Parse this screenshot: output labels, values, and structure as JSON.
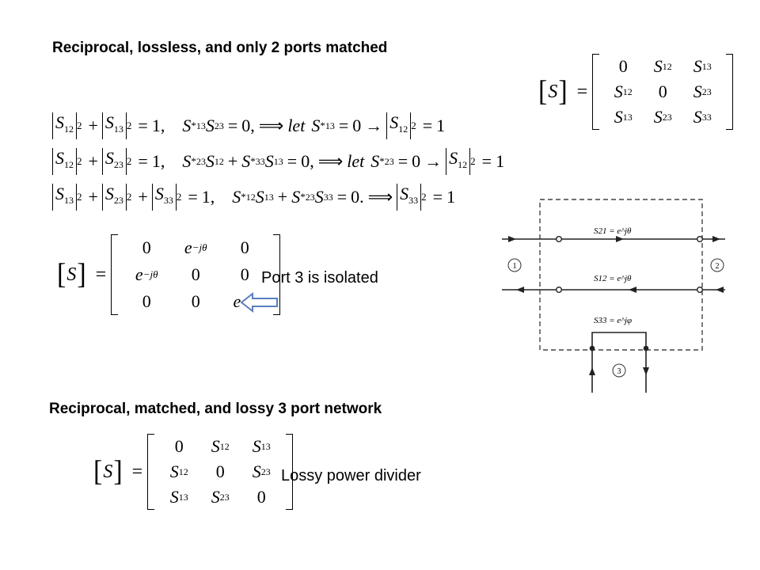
{
  "heading1": "Reciprocal, lossless, and only 2 ports matched",
  "heading2": "Reciprocal, matched, and lossy 3 port network",
  "note_isolated": "Port 3 is isolated",
  "note_divider": "Lossy power divider",
  "matrix_lhs": "S",
  "equals": "=",
  "matrix1": [
    [
      "0",
      "S12",
      "S13"
    ],
    [
      "S12",
      "0",
      "S23"
    ],
    [
      "S13",
      "S23",
      "S33"
    ]
  ],
  "matrix2": [
    [
      "0",
      "e^-jθ",
      "0"
    ],
    [
      "e^-jθ",
      "0",
      "0"
    ],
    [
      "0",
      "0",
      "e^-jφ"
    ]
  ],
  "matrix3": [
    [
      "0",
      "S12",
      "S13"
    ],
    [
      "S12",
      "0",
      "S23"
    ],
    [
      "S13",
      "S23",
      "0"
    ]
  ],
  "eq": {
    "let": "let",
    "one": "1",
    "zero": "0",
    "power": "2"
  },
  "diagram": {
    "s21": "S21 = e^jθ",
    "s12": "S12 = e^jθ",
    "s33": "S33 = e^jφ",
    "port1": "1",
    "port2": "2",
    "port3": "3"
  }
}
